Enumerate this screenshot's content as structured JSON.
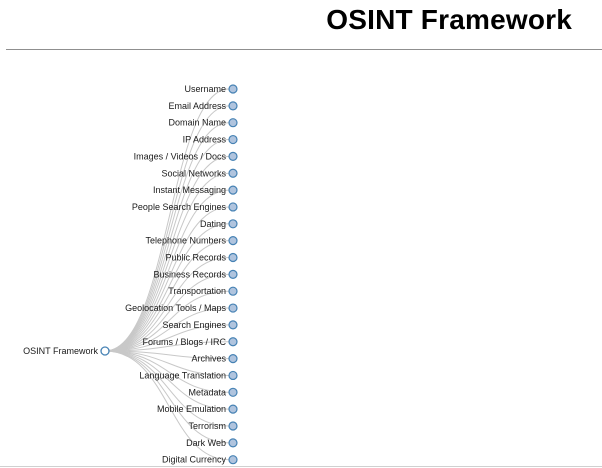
{
  "page": {
    "title": "OSINT Framework"
  },
  "tree": {
    "root": {
      "label": "OSINT Framework",
      "collapsed": false
    },
    "children": [
      {
        "label": "Username"
      },
      {
        "label": "Email Address"
      },
      {
        "label": "Domain Name"
      },
      {
        "label": "IP Address"
      },
      {
        "label": "Images / Videos / Docs"
      },
      {
        "label": "Social Networks"
      },
      {
        "label": "Instant Messaging"
      },
      {
        "label": "People Search Engines"
      },
      {
        "label": "Dating"
      },
      {
        "label": "Telephone Numbers"
      },
      {
        "label": "Public Records"
      },
      {
        "label": "Business Records"
      },
      {
        "label": "Transportation"
      },
      {
        "label": "Geolocation Tools / Maps"
      },
      {
        "label": "Search Engines"
      },
      {
        "label": "Forums / Blogs / IRC"
      },
      {
        "label": "Archives"
      },
      {
        "label": "Language Translation"
      },
      {
        "label": "Metadata"
      },
      {
        "label": "Mobile Emulation"
      },
      {
        "label": "Terrorism"
      },
      {
        "label": "Dark Web"
      },
      {
        "label": "Digital Currency"
      }
    ],
    "colors": {
      "collapsed_fill": "#b0c4de",
      "collapsed_stroke": "#4682b4",
      "root_fill": "#ffffff",
      "root_stroke": "#4682b4",
      "link": "#c8c8c8"
    }
  }
}
